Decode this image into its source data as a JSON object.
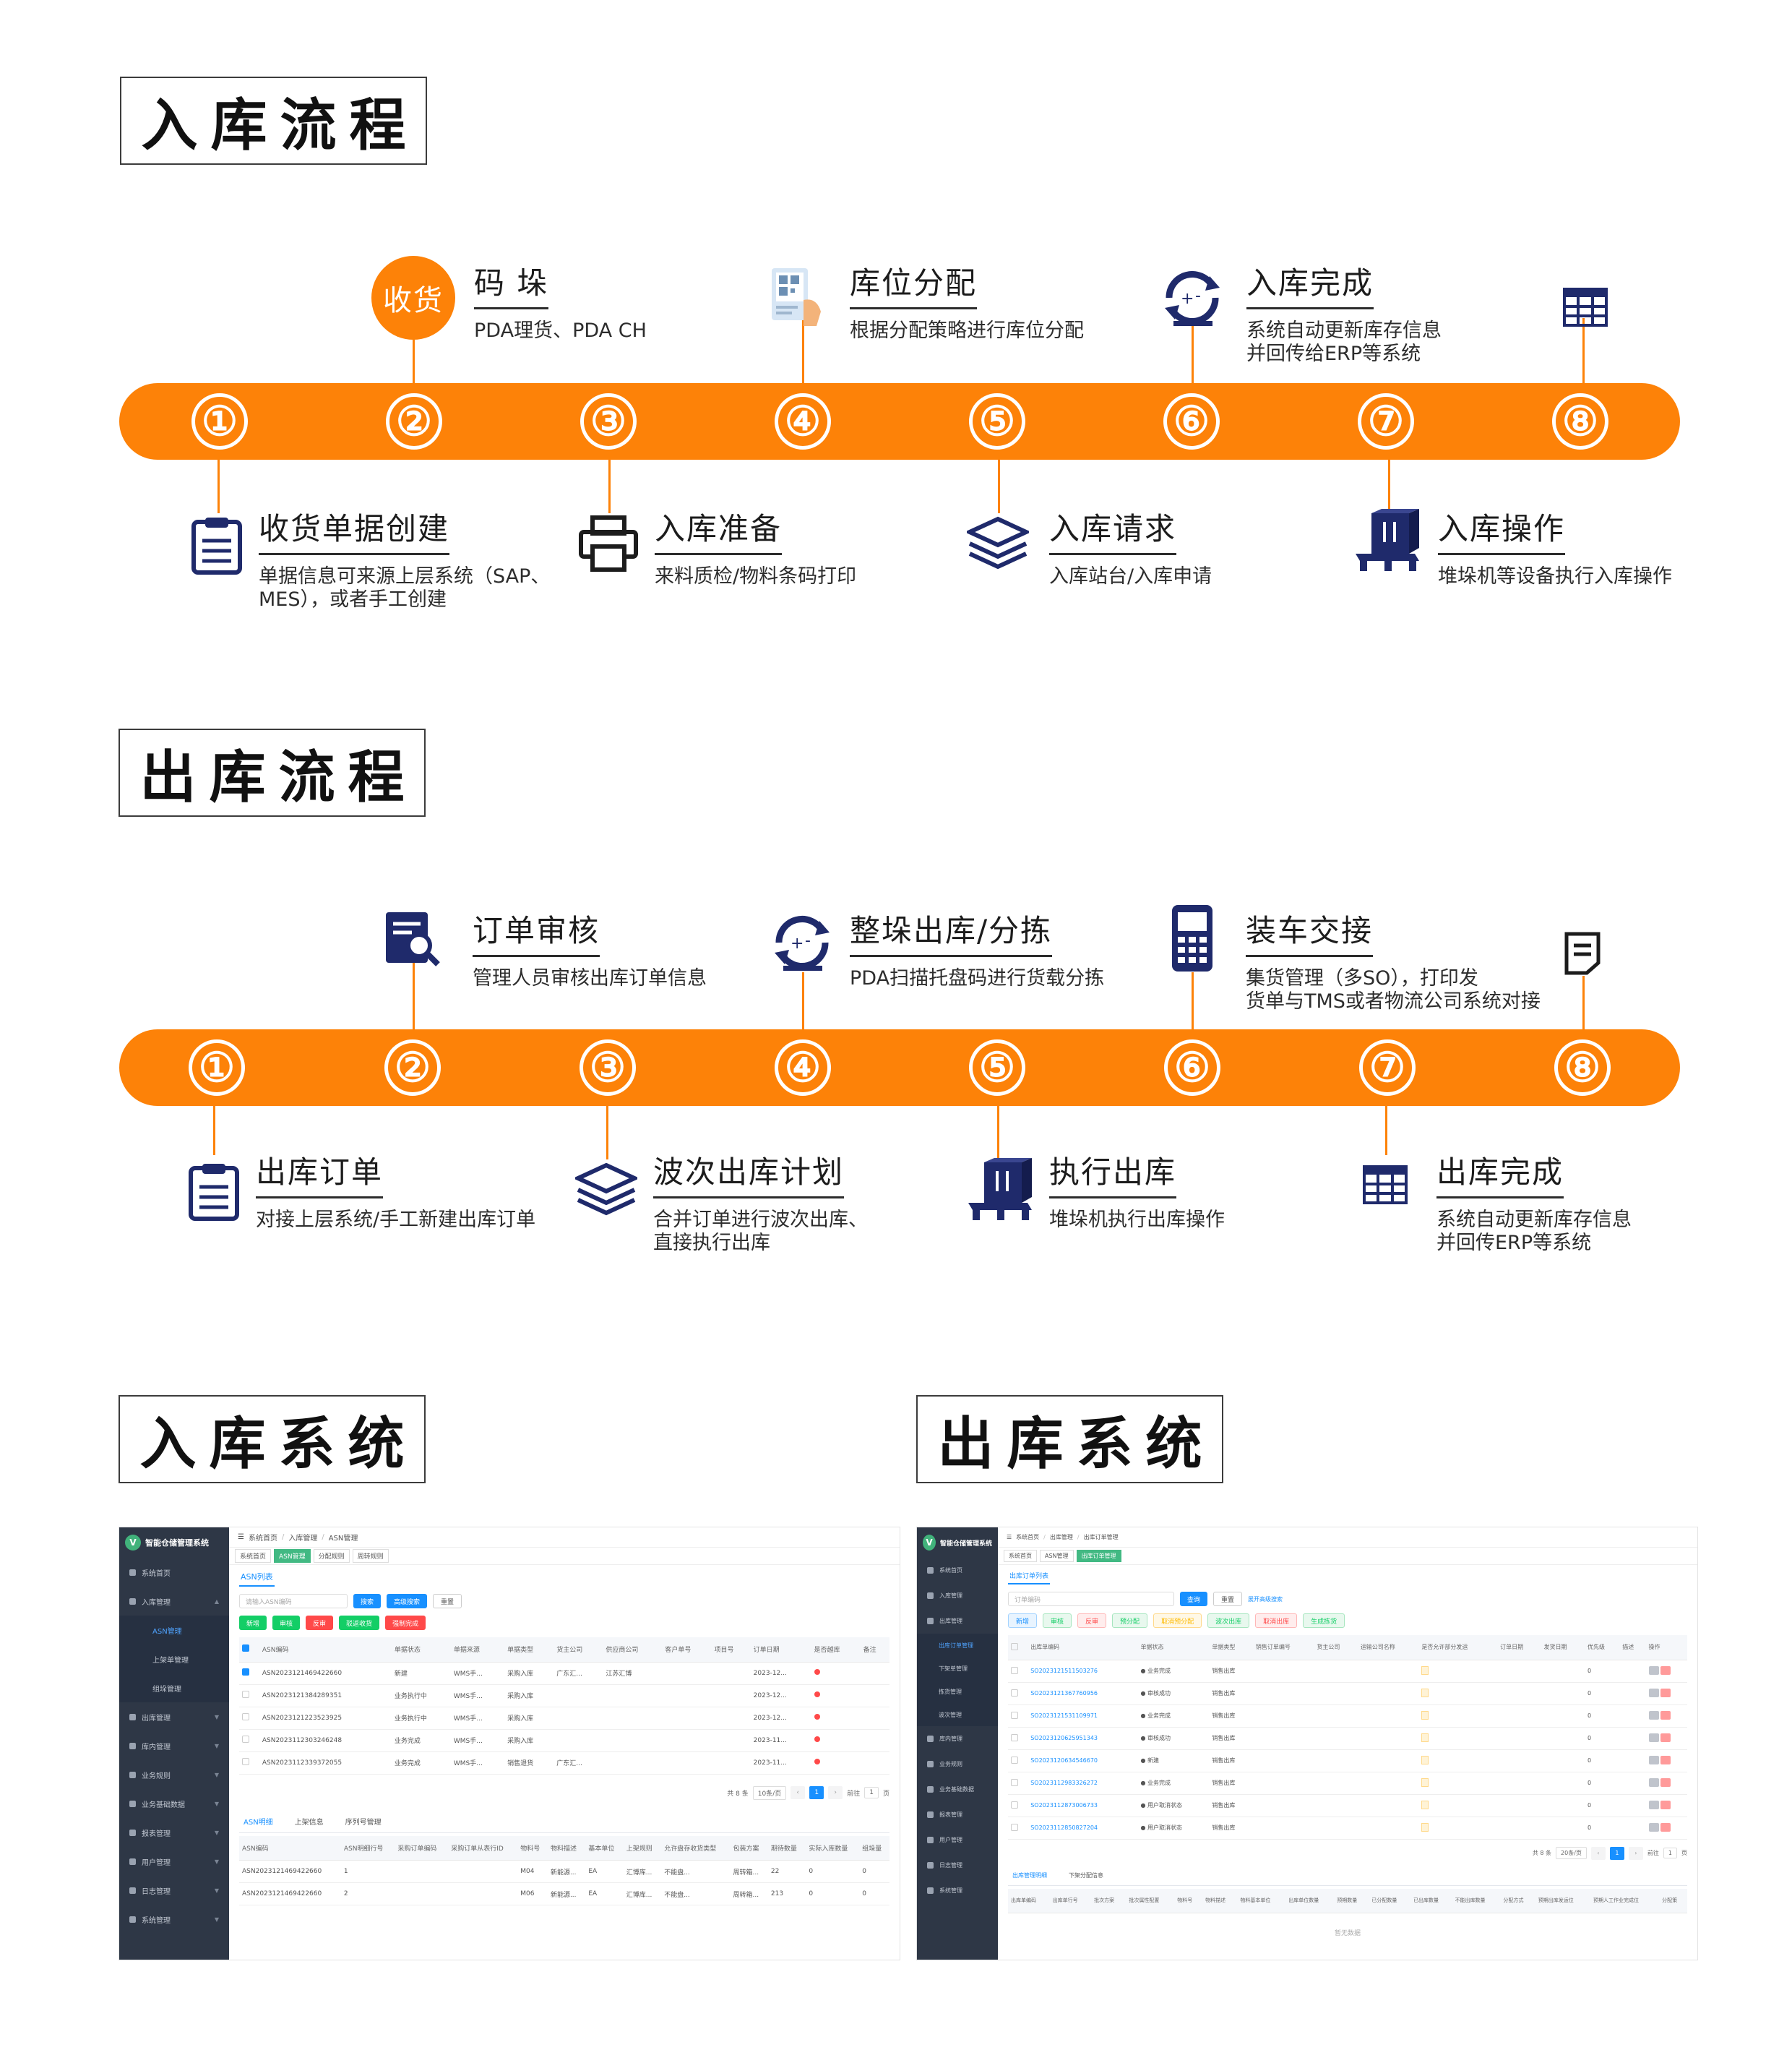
{
  "sections": {
    "inbound_flow_title": "入库流程",
    "outbound_flow_title": "出库流程",
    "inbound_system_title": "入库系统",
    "outbound_system_title": "出库系统"
  },
  "inbound_flow": {
    "nodes": [
      "①",
      "②",
      "③",
      "④",
      "⑤",
      "⑥",
      "⑦",
      "⑧"
    ],
    "badge": "收货",
    "steps": [
      {
        "title": "收货单据创建",
        "desc1": "单据信息可来源上层系统（SAP、",
        "desc2": "MES），或者手工创建"
      },
      {
        "title": "码 垛",
        "desc1": "PDA理货、PDA CH",
        "desc2": ""
      },
      {
        "title": "入库准备",
        "desc1": "来料质检/物料条码打印",
        "desc2": ""
      },
      {
        "title": "库位分配",
        "desc1": "根据分配策略进行库位分配",
        "desc2": ""
      },
      {
        "title": "入库请求",
        "desc1": "入库站台/入库申请",
        "desc2": ""
      },
      {
        "title": "入库完成",
        "desc1": "系统自动更新库存信息",
        "desc2": "并回传给ERP等系统"
      },
      {
        "title": "入库操作",
        "desc1": "堆垛机等设备执行入库操作",
        "desc2": ""
      }
    ]
  },
  "outbound_flow": {
    "nodes": [
      "①",
      "②",
      "③",
      "④",
      "⑤",
      "⑥",
      "⑦",
      "⑧"
    ],
    "steps": [
      {
        "title": "出库订单",
        "desc1": "对接上层系统/手工新建出库订单",
        "desc2": ""
      },
      {
        "title": "订单审核",
        "desc1": "管理人员审核出库订单信息",
        "desc2": ""
      },
      {
        "title": "波次出库计划",
        "desc1": "合并订单进行波次出库、",
        "desc2": "直接执行出库"
      },
      {
        "title": "整垛出库/分拣",
        "desc1": "PDA扫描托盘码进行货载分拣",
        "desc2": ""
      },
      {
        "title": "执行出库",
        "desc1": "堆垛机执行出库操作",
        "desc2": ""
      },
      {
        "title": "装车交接",
        "desc1": "集货管理（多SO），打印发",
        "desc2": "货单与TMS或者物流公司系统对接"
      },
      {
        "title": "出库完成",
        "desc1": "系统自动更新库存信息",
        "desc2": "并回传ERP等系统"
      }
    ]
  },
  "inbound_app": {
    "brand": "智能仓储管理系统",
    "menu": [
      "系统首页",
      "入库管理",
      "ASN管理",
      "上架单管理",
      "组垛管理",
      "出库管理",
      "库内管理",
      "业务规则",
      "业务基础数据",
      "报表管理",
      "用户管理",
      "日志管理",
      "系统管理"
    ],
    "breadcrumb": [
      "系统首页",
      "入库管理",
      "ASN管理"
    ],
    "tabs": [
      "系统首页",
      "ASN管理",
      "分配规则",
      "周转规则"
    ],
    "list_title": "ASN列表",
    "search_placeholder": "请输入ASN编码",
    "search_btn": "搜索",
    "adv_search_btn": "高级搜索",
    "reset_btn": "重置",
    "actions": [
      "新增",
      "审核",
      "反审",
      "驳返收货",
      "强制完成"
    ],
    "columns": [
      "ASN编码",
      "单据状态",
      "单据来源",
      "单据类型",
      "货主公司",
      "供应商公司",
      "客户单号",
      "项目号",
      "订单日期",
      "是否越库",
      "备注"
    ],
    "rows": [
      [
        "ASN2023121469422660",
        "新建",
        "WMS手...",
        "采购入库",
        "广东汇...",
        "江苏汇博",
        "",
        "",
        "2023-12..."
      ],
      [
        "ASN2023121384289351",
        "业务执行中",
        "WMS手...",
        "采购入库",
        "",
        "",
        "",
        "",
        "2023-12..."
      ],
      [
        "ASN2023121223523925",
        "业务执行中",
        "WMS手...",
        "采购入库",
        "",
        "",
        "",
        "",
        "2023-12..."
      ],
      [
        "ASN2023112303246248",
        "业务完成",
        "WMS手...",
        "采购入库",
        "",
        "",
        "",
        "",
        "2023-11..."
      ],
      [
        "ASN2023112339372055",
        "业务完成",
        "WMS手...",
        "销售退货",
        "广东汇...",
        "",
        "",
        "",
        "2023-11..."
      ]
    ],
    "pager": {
      "total": "共 8 条",
      "size": "10条/页",
      "page": "1",
      "goto": "前往",
      "goto_page": "1",
      "unit": "页"
    },
    "detail_tabs": [
      "ASN明细",
      "上架信息",
      "序列号管理"
    ],
    "detail_columns": [
      "ASN编码",
      "ASN明细行号",
      "采购订单编码",
      "采购订单从表行ID",
      "物料号",
      "物料描述",
      "基本单位",
      "上架规则",
      "允许盘存收货类型",
      "包装方案",
      "期待数量",
      "实际入库数量",
      "组垛量"
    ],
    "detail_rows": [
      [
        "ASN2023121469422660",
        "1",
        "",
        "",
        "M04",
        "新能源...",
        "EA",
        "汇博库...",
        "不能盘...",
        "周转箱...",
        "22",
        "0",
        "0"
      ],
      [
        "ASN2023121469422660",
        "2",
        "",
        "",
        "M06",
        "新能源...",
        "EA",
        "汇博库...",
        "不能盘...",
        "周转箱...",
        "213",
        "0",
        "0"
      ]
    ]
  },
  "outbound_app": {
    "brand": "智能仓储管理系统",
    "menu": [
      "系统首页",
      "入库管理",
      "出库管理",
      "出库订单管理",
      "下架单管理",
      "拣货管理",
      "波次管理",
      "库内管理",
      "业务规则",
      "业务基础数据",
      "报表管理",
      "用户管理",
      "日志管理",
      "系统管理"
    ],
    "breadcrumb": [
      "系统首页",
      "出库管理",
      "出库订单管理"
    ],
    "tabs": [
      "系统首页",
      "ASN管理",
      "出库订单管理"
    ],
    "list_title": "出库订单列表",
    "search_placeholder": "订单编码",
    "search_btn": "查询",
    "reset_btn": "重置",
    "expand_link": "展开高级搜索",
    "actions": [
      "新增",
      "审核",
      "反审",
      "预分配",
      "取消预分配",
      "波次出库",
      "取消出库",
      "生成拣货"
    ],
    "columns": [
      "出库单编码",
      "单据状态",
      "单据类型",
      "销售订单编号",
      "货主公司",
      "运输公司名称",
      "是否允许部分发运",
      "订单日期",
      "发货日期",
      "优先级",
      "描述",
      "操作"
    ],
    "rows": [
      [
        "SO2023121511503276",
        "业务完成",
        "销售出库",
        "",
        "",
        "",
        "",
        "",
        "",
        "0",
        ""
      ],
      [
        "SO2023121367760956",
        "审核成功",
        "销售出库",
        "",
        "",
        "",
        "",
        "",
        "",
        "0",
        ""
      ],
      [
        "SO2023121531109971",
        "业务完成",
        "销售出库",
        "",
        "",
        "",
        "",
        "",
        "",
        "0",
        ""
      ],
      [
        "SO2023120625951343",
        "审核成功",
        "销售出库",
        "",
        "",
        "",
        "",
        "",
        "",
        "0",
        ""
      ],
      [
        "SO2023120634546670",
        "新建",
        "销售出库",
        "",
        "",
        "",
        "",
        "",
        "",
        "0",
        ""
      ],
      [
        "SO2023112983326272",
        "业务完成",
        "销售出库",
        "",
        "",
        "",
        "",
        "",
        "",
        "0",
        ""
      ],
      [
        "SO2023112873006733",
        "用户取消状态",
        "销售出库",
        "",
        "",
        "",
        "",
        "",
        "",
        "0",
        ""
      ],
      [
        "SO2023112850827204",
        "用户取消状态",
        "销售出库",
        "",
        "",
        "",
        "",
        "",
        "",
        "0",
        ""
      ]
    ],
    "pager": {
      "total": "共 8 条",
      "size": "20条/页",
      "page": "1",
      "goto": "前往",
      "goto_page": "1",
      "unit": "页"
    },
    "detail_tabs": [
      "出库管理明细",
      "下架分配信息"
    ],
    "detail_columns": [
      "出库单编码",
      "出库单行号",
      "批次方案",
      "批次属性配置",
      "物料号",
      "物料描述",
      "物料基本单位",
      "出库单位数量",
      "预期数量",
      "已分配数量",
      "已出库数量",
      "不能出库数量",
      "分配方式",
      "预期出库发运位",
      "预期人工作业完成位",
      "分配策"
    ],
    "empty_text": "暂无数据"
  },
  "colors": {
    "accent": "#fd8208",
    "navy": "#1f2a6b",
    "sidebar": "#2e3746"
  }
}
